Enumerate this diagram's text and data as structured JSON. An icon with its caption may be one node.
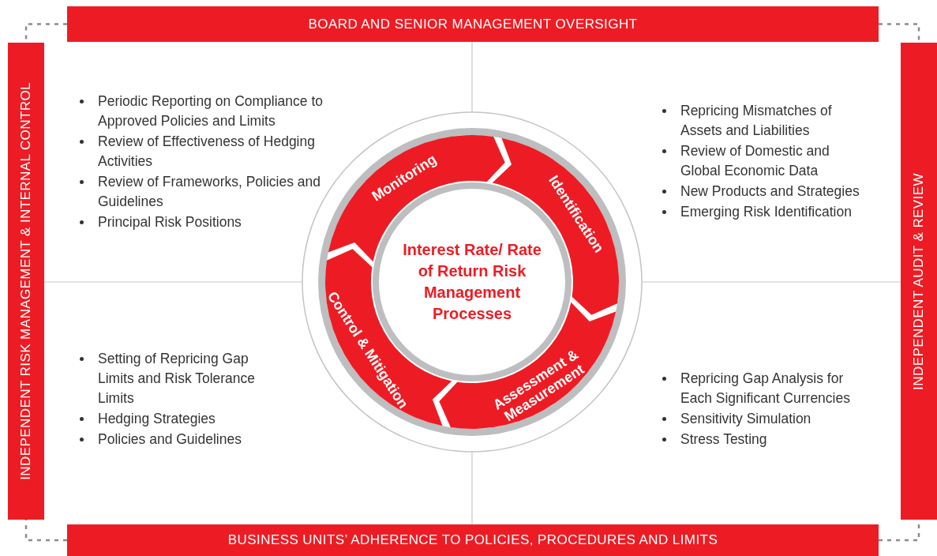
{
  "diagram": {
    "nodes": [
      {
        "text": [
          "BOARD AND SENIOR MANAGEMENT OVERSIGHT"
        ]
      },
      {
        "text": [
          "INDEPENDENT RISK MANAGEMENT & INTERNAL CONTROL"
        ]
      },
      {
        "text": [
          "INDEPENDENT AUDIT & REVIEW"
        ]
      },
      {
        "text": [
          "Monitoring"
        ]
      },
      {
        "text": [
          "Identification"
        ]
      },
      {
        "text": [
          "Interest Rate/ Rate of Return Risk Management Processes"
        ]
      },
      {
        "text": [
          "Control & Mitigation"
        ]
      },
      {
        "text": [
          "Assessment & Measurement"
        ]
      },
      {
        "text": [
          "BUSINESS UNITS’ ADHERENCE TO POLICIES, PROCEDURES AND LIMITS"
        ]
      }
    ],
    "edges": [
      {
        "from": 0,
        "to": 1,
        "arrow": "none",
        "style": "dashed"
      },
      {
        "from": 0,
        "to": 2,
        "arrow": "none",
        "style": "dashed"
      },
      {
        "from": 1,
        "to": 8,
        "arrow": "none",
        "style": "dashed"
      },
      {
        "from": 2,
        "to": 8,
        "arrow": "none",
        "style": "dashed"
      }
    ],
    "labels": [
      "Periodic Reporting on Compliance to Approved Policies and Limits",
      "Review of Effectiveness of Hedging Activities",
      "Review of Frameworks, Policies and Guidelines",
      "Principal Risk Positions",
      "Repricing Mismatches of Assets and Liabilities",
      "Review of Domestic and Global Economic Data",
      "New Products and Strategies",
      "Emerging Risk Identification",
      "Setting of Repricing Gap Limits and Risk Tolerance Limits",
      "Hedging Strategies",
      "Policies and Guidelines",
      "Repricing Gap Analysis for Each Significant Currencies",
      "Sensitivity Simulation",
      "Stress Testing"
    ]
  }
}
